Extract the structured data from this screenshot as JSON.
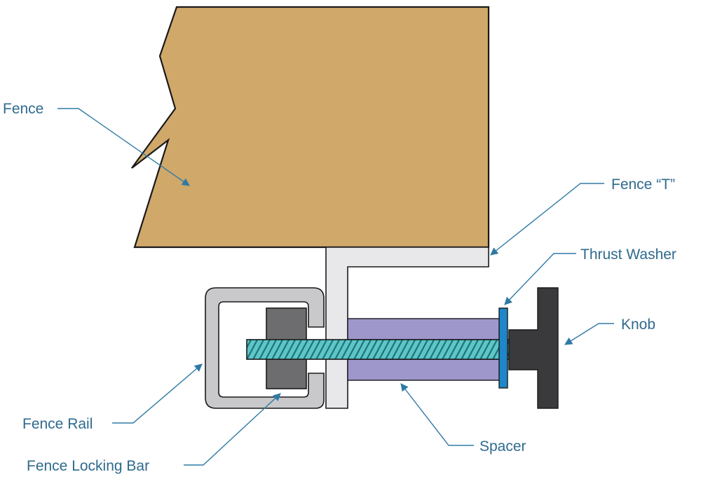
{
  "colors": {
    "fence_wood": "#d0a86a",
    "outline": "#1a1a1a",
    "fence_t": "#e8e8ea",
    "rail": "#c9c9cb",
    "locking_bar": "#6d6d6f",
    "threaded_rod": "#5cc6c8",
    "spacer": "#9e97cc",
    "thrust_washer": "#1f86c9",
    "knob": "#3a3a3c",
    "label_text": "#2f6a8d",
    "leader": "#2f7aa4"
  },
  "labels": {
    "fence": "Fence",
    "fence_t": "Fence “T”",
    "thrust_washer": "Thrust Washer",
    "knob": "Knob",
    "fence_rail": "Fence Rail",
    "spacer": "Spacer",
    "fence_locking_bar": "Fence Locking Bar"
  }
}
